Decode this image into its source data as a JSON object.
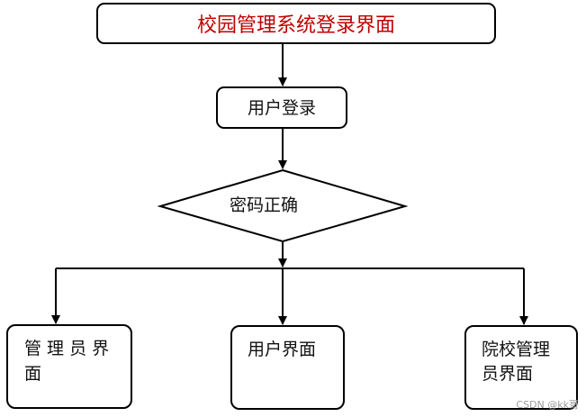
{
  "title": "校园管理系统登录界面",
  "nodes": {
    "login": "用户登录",
    "decision": "密码正确",
    "admin_line1": "管 理 员 界",
    "admin_line2": "面",
    "user": "用户界面",
    "college_line1": "院校管理",
    "college_line2": "员界面"
  },
  "watermark": "CSDN @kk哥",
  "colors": {
    "title": "#c00000",
    "stroke": "#000000",
    "text": "#111111"
  }
}
